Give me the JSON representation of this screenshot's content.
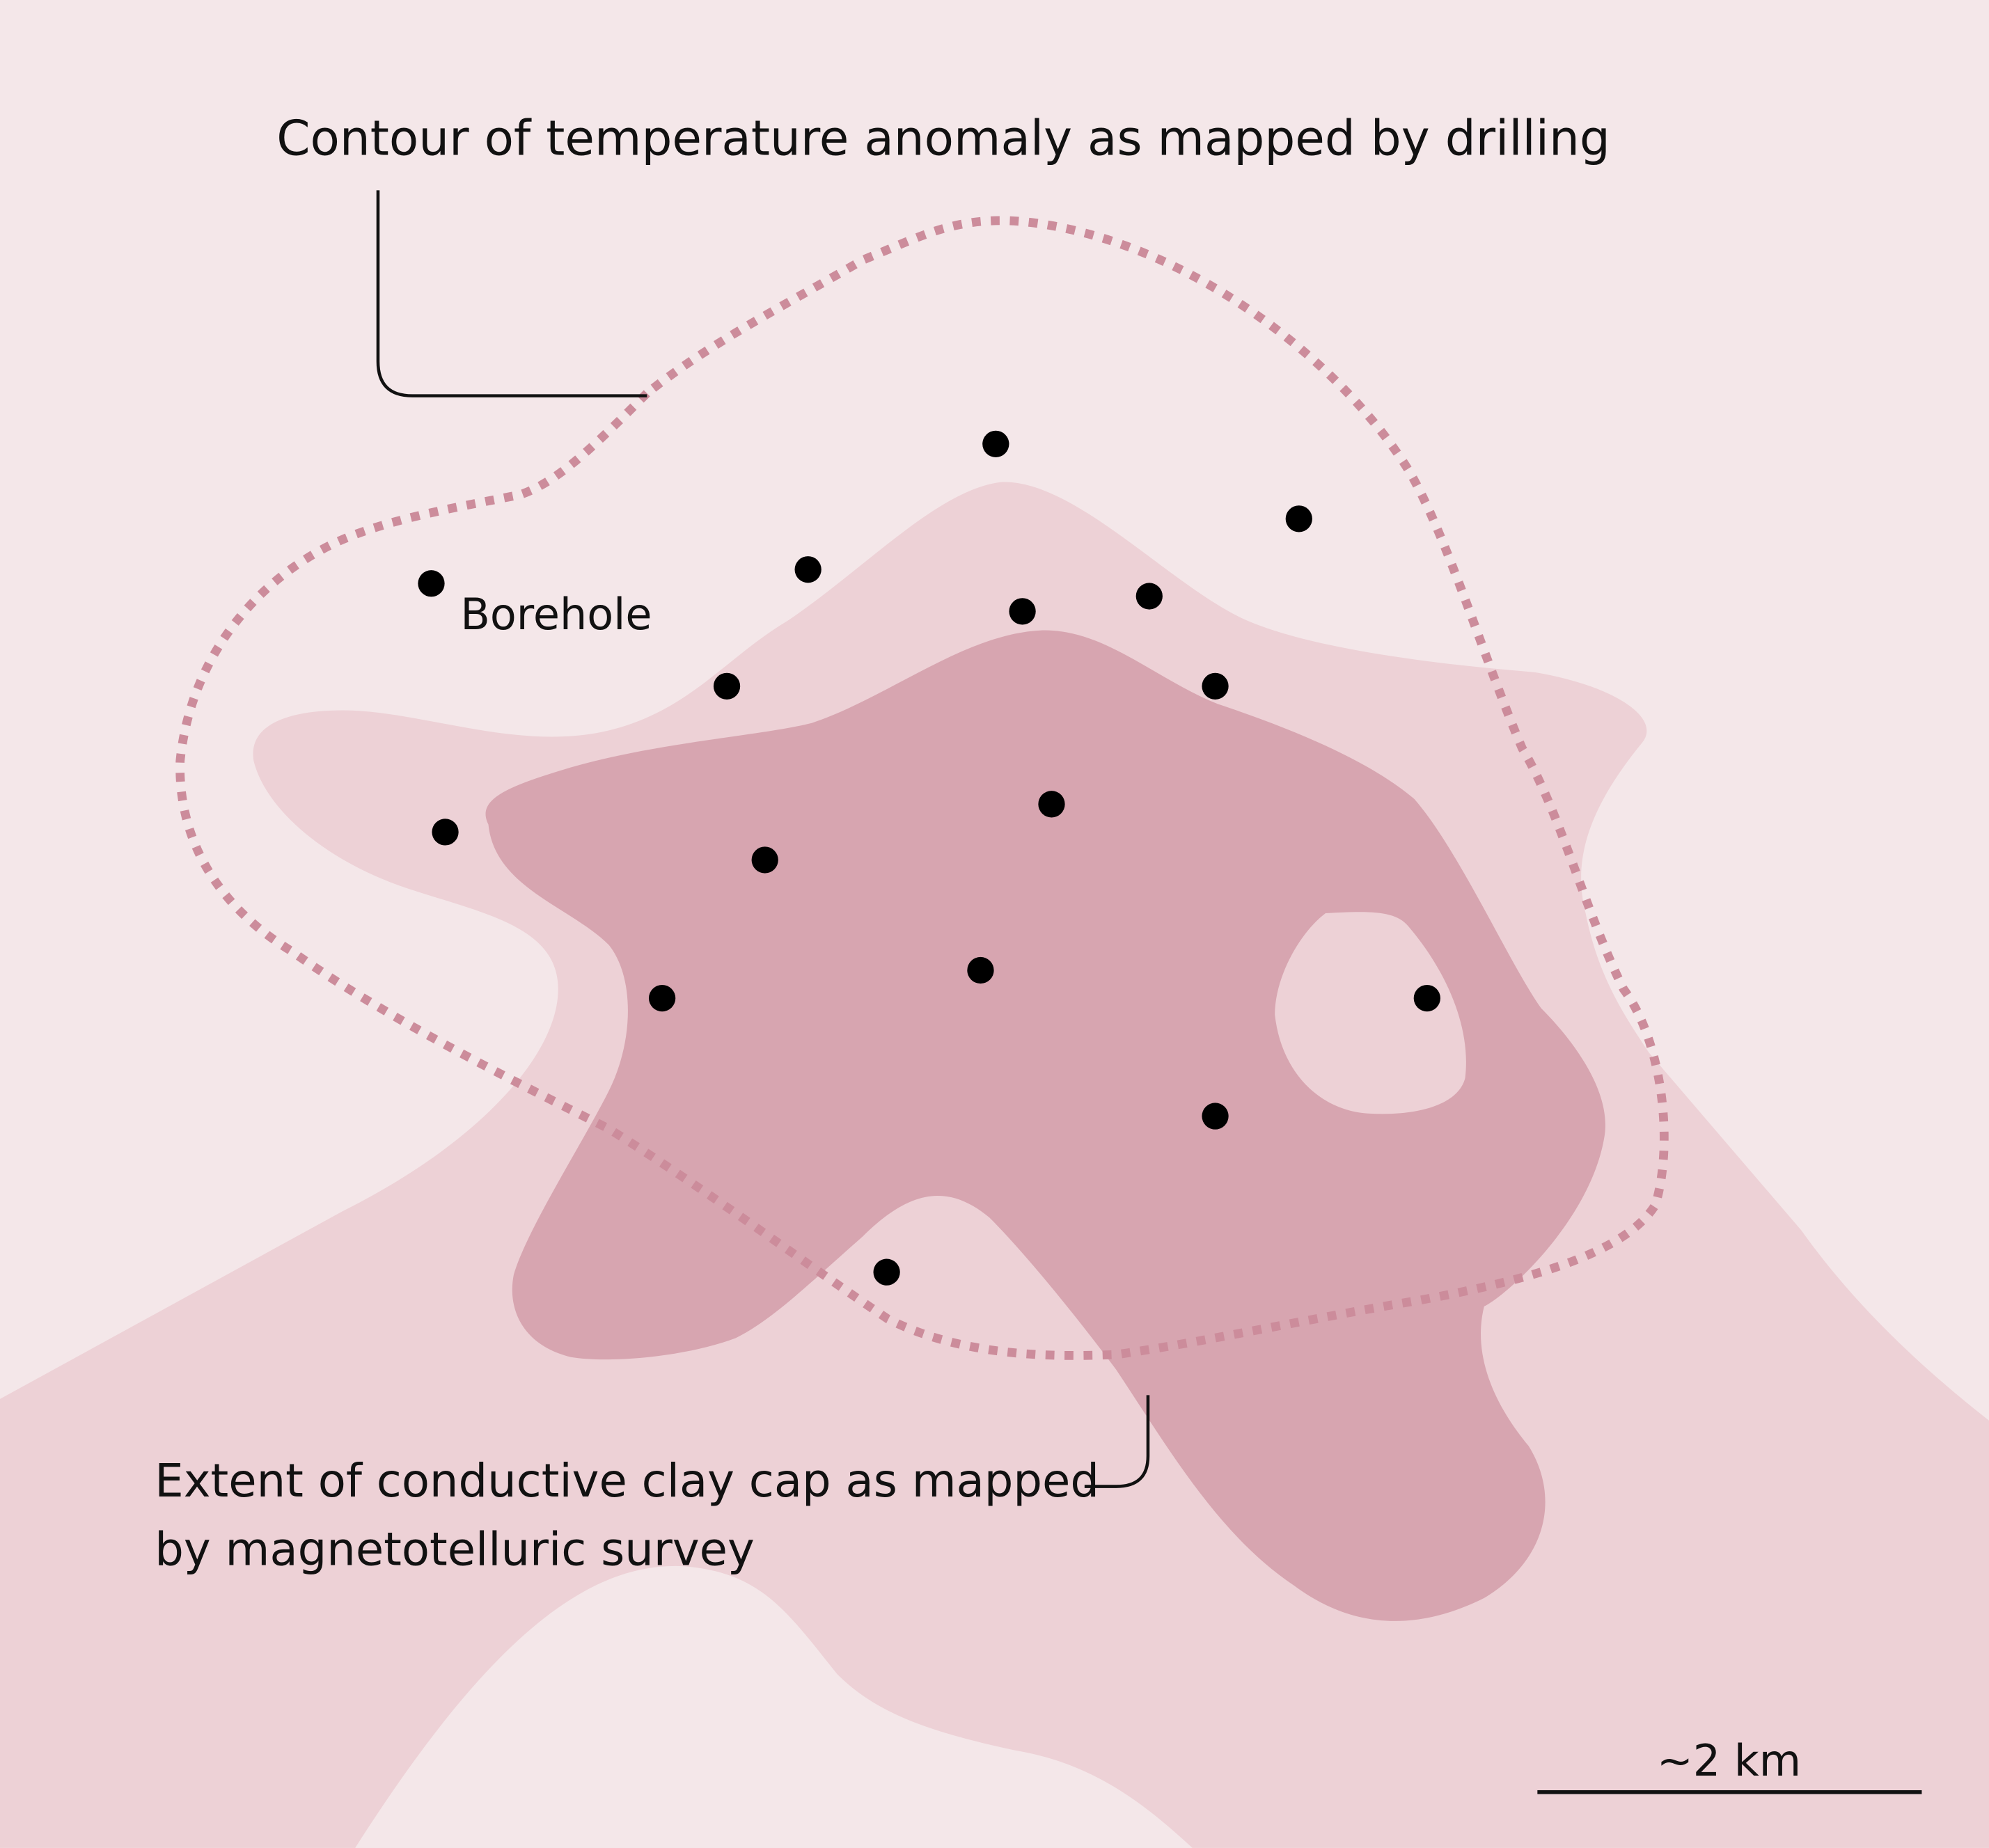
{
  "labels": {
    "temperature_contour": "Contour of temperature anomaly as mapped by drilling",
    "borehole": "Borehole",
    "clay_cap_line1": "Extent of conductive clay cap as mapped",
    "clay_cap_line2": "by magnetotelluric survey"
  },
  "scale_bar": {
    "label": "~2 km"
  },
  "colors": {
    "background": "#f4e7e9",
    "outer_zone": "#edd1d6",
    "clay_cap": "#d7a5b0",
    "contour": "#cc8c9b",
    "borehole": "#000000"
  }
}
